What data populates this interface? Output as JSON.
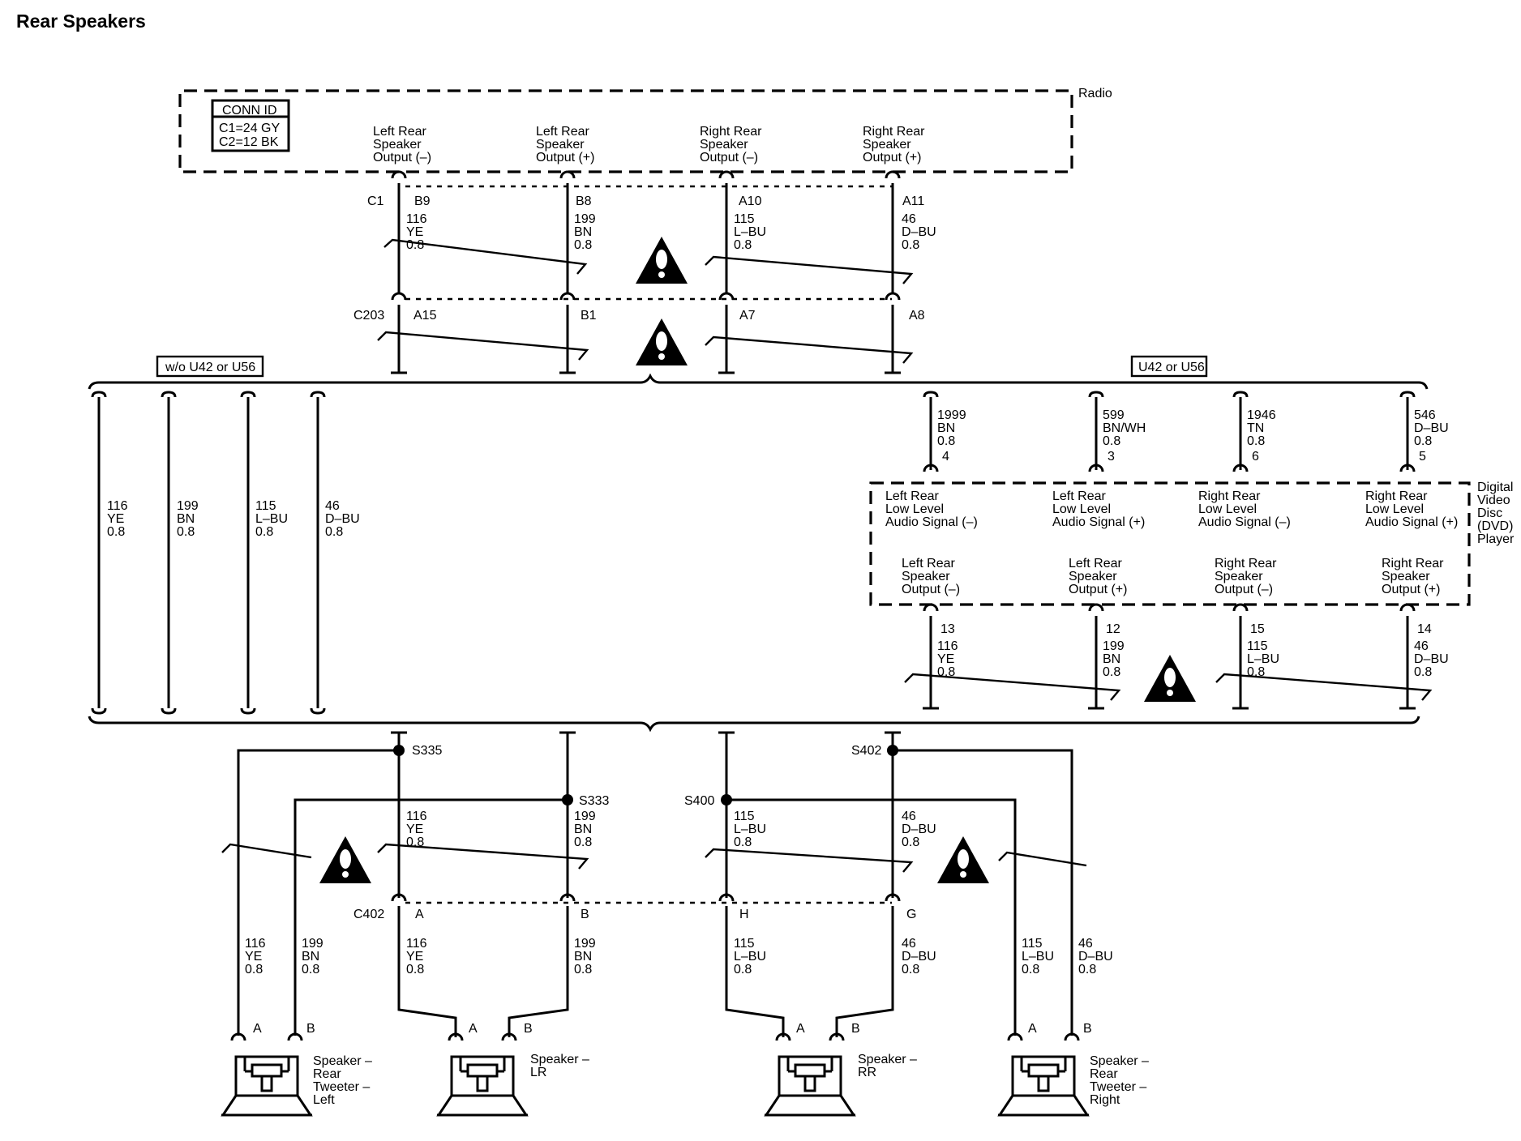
{
  "title": "Rear Speakers",
  "radio": {
    "label": "Radio",
    "conn_id": {
      "header": "CONN ID",
      "line1": "C1=24 GY",
      "line2": "C2=12 BK"
    },
    "outputs": [
      {
        "l1": "Left Rear",
        "l2": "Speaker",
        "l3": "Output (–)"
      },
      {
        "l1": "Left Rear",
        "l2": "Speaker",
        "l3": "Output (+)"
      },
      {
        "l1": "Right Rear",
        "l2": "Speaker",
        "l3": "Output (–)"
      },
      {
        "l1": "Right Rear",
        "l2": "Speaker",
        "l3": "Output (+)"
      }
    ]
  },
  "connectors": {
    "c1": {
      "name": "C1",
      "pins": [
        "B9",
        "B8",
        "A10",
        "A11"
      ]
    },
    "c203": {
      "name": "C203",
      "pins": [
        "A15",
        "B1",
        "A7",
        "A8"
      ]
    },
    "c402": {
      "name": "C402",
      "pins": [
        "A",
        "B",
        "H",
        "G"
      ]
    }
  },
  "radio_wires": [
    {
      "circuit": "116",
      "color": "YE",
      "gauge": "0.8"
    },
    {
      "circuit": "199",
      "color": "BN",
      "gauge": "0.8"
    },
    {
      "circuit": "115",
      "color": "L–BU",
      "gauge": "0.8"
    },
    {
      "circuit": "46",
      "color": "D–BU",
      "gauge": "0.8"
    }
  ],
  "options": {
    "without": "w/o U42 or U56",
    "with": "U42 or U56"
  },
  "bypass_wires": [
    {
      "circuit": "116",
      "color": "YE",
      "gauge": "0.8"
    },
    {
      "circuit": "199",
      "color": "BN",
      "gauge": "0.8"
    },
    {
      "circuit": "115",
      "color": "L–BU",
      "gauge": "0.8"
    },
    {
      "circuit": "46",
      "color": "D–BU",
      "gauge": "0.8"
    }
  ],
  "dvd": {
    "label": {
      "l1": "Digital",
      "l2": "Video",
      "l3": "Disc",
      "l4": "(DVD)",
      "l5": "Player"
    },
    "input_wires": [
      {
        "circuit": "1999",
        "color": "BN",
        "gauge": "0.8",
        "pin": "4"
      },
      {
        "circuit": "599",
        "color": "BN/WH",
        "gauge": "0.8",
        "pin": "3"
      },
      {
        "circuit": "1946",
        "color": "TN",
        "gauge": "0.8",
        "pin": "6"
      },
      {
        "circuit": "546",
        "color": "D–BU",
        "gauge": "0.8",
        "pin": "5"
      }
    ],
    "inputs": [
      {
        "l1": "Left Rear",
        "l2": "Low Level",
        "l3": "Audio Signal (–)"
      },
      {
        "l1": "Left Rear",
        "l2": "Low Level",
        "l3": "Audio Signal (+)"
      },
      {
        "l1": "Right Rear",
        "l2": "Low Level",
        "l3": "Audio Signal (–)"
      },
      {
        "l1": "Right Rear",
        "l2": "Low Level",
        "l3": "Audio Signal (+)"
      }
    ],
    "outputs": [
      {
        "l1": "Left Rear",
        "l2": "Speaker",
        "l3": "Output (–)"
      },
      {
        "l1": "Left Rear",
        "l2": "Speaker",
        "l3": "Output (+)"
      },
      {
        "l1": "Right Rear",
        "l2": "Speaker",
        "l3": "Output (–)"
      },
      {
        "l1": "Right Rear",
        "l2": "Speaker",
        "l3": "Output (+)"
      }
    ],
    "output_wires": [
      {
        "pin": "13",
        "circuit": "116",
        "color": "YE",
        "gauge": "0.8"
      },
      {
        "pin": "12",
        "circuit": "199",
        "color": "BN",
        "gauge": "0.8"
      },
      {
        "pin": "15",
        "circuit": "115",
        "color": "L–BU",
        "gauge": "0.8"
      },
      {
        "pin": "14",
        "circuit": "46",
        "color": "D–BU",
        "gauge": "0.8"
      }
    ]
  },
  "splices": {
    "s335": "S335",
    "s333": "S333",
    "s400": "S400",
    "s402": "S402"
  },
  "lower_wires": {
    "main": [
      {
        "circuit": "116",
        "color": "YE",
        "gauge": "0.8"
      },
      {
        "circuit": "199",
        "color": "BN",
        "gauge": "0.8"
      },
      {
        "circuit": "115",
        "color": "L–BU",
        "gauge": "0.8"
      },
      {
        "circuit": "46",
        "color": "D–BU",
        "gauge": "0.8"
      }
    ],
    "after_c402": [
      {
        "circuit": "116",
        "color": "YE",
        "gauge": "0.8"
      },
      {
        "circuit": "199",
        "color": "BN",
        "gauge": "0.8"
      },
      {
        "circuit": "115",
        "color": "L–BU",
        "gauge": "0.8"
      },
      {
        "circuit": "46",
        "color": "D–BU",
        "gauge": "0.8"
      }
    ],
    "tweeter_left": [
      {
        "circuit": "116",
        "color": "YE",
        "gauge": "0.8"
      },
      {
        "circuit": "199",
        "color": "BN",
        "gauge": "0.8"
      }
    ],
    "tweeter_right": [
      {
        "circuit": "115",
        "color": "L–BU",
        "gauge": "0.8"
      },
      {
        "circuit": "46",
        "color": "D–BU",
        "gauge": "0.8"
      }
    ]
  },
  "speaker_pins": {
    "a": "A",
    "b": "B"
  },
  "speakers": [
    {
      "l1": "Speaker –",
      "l2": "Rear",
      "l3": "Tweeter –",
      "l4": "Left"
    },
    {
      "l1": "Speaker –",
      "l2": "LR"
    },
    {
      "l1": "Speaker –",
      "l2": "RR"
    },
    {
      "l1": "Speaker –",
      "l2": "Rear",
      "l3": "Tweeter –",
      "l4": "Right"
    }
  ]
}
